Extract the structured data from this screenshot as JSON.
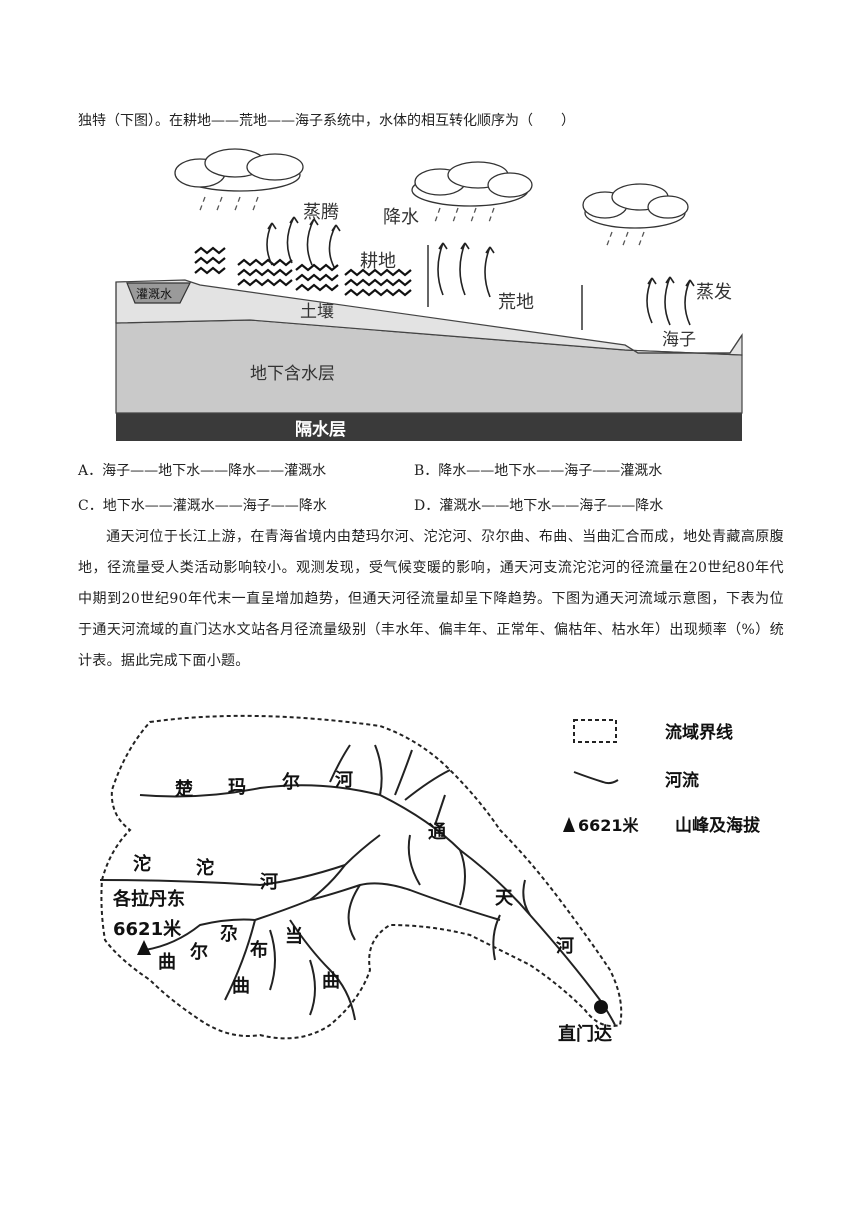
{
  "intro_line": "独特（下图）。在耕地——荒地——海子系统中，水体的相互转化顺序为（　　）",
  "figure1": {
    "labels": {
      "evaporation_top": "蒸腾",
      "precipitation": "降水",
      "farmland": "耕地",
      "irrigation": "灌溉水",
      "soil": "土壤",
      "wasteland": "荒地",
      "evaporation_right": "蒸发",
      "lake": "海子",
      "aquifer": "地下含水层",
      "aquiclude": "隔水层"
    }
  },
  "options": {
    "A": "A．海子——地下水——降水——灌溉水",
    "B": "B．降水——地下水——海子——灌溉水",
    "C": "C．地下水——灌溉水——海子——降水",
    "D": "D．灌溉水——地下水——海子——降水"
  },
  "passage": "通天河位于长江上游，在青海省境内由楚玛尔河、沱沱河、尕尔曲、布曲、当曲汇合而成，地处青藏高原腹地，径流量受人类活动影响较小。观测发现，受气候变暖的影响，通天河支流沱沱河的径流量在20世纪80年代中期到20世纪90年代末一直呈增加趋势，但通天河径流量却呈下降趋势。下图为通天河流域示意图，下表为位于通天河流域的直门达水文站各月径流量级别（丰水年、偏丰年、正常年、偏枯年、枯水年）出现频率（%）统计表。据此完成下面小题。",
  "figure2": {
    "legend": {
      "boundary": "流域界线",
      "river": "河流",
      "peak_value": "6621米",
      "peak": "山峰及海拔"
    },
    "labels": {
      "chu": "楚",
      "ma": "玛",
      "er": "尔",
      "he1": "河",
      "tuo1": "沱",
      "tuo2": "沱",
      "he2": "河",
      "geladandong": "各拉丹东",
      "peak_height": "6621米",
      "qu1": "曲",
      "er2": "尔",
      "ga": "尕",
      "bu": "布",
      "qu2": "曲",
      "dang": "当",
      "qu3": "曲",
      "tong": "通",
      "tian": "天",
      "he3": "河",
      "zhimenda": "直门达"
    }
  }
}
